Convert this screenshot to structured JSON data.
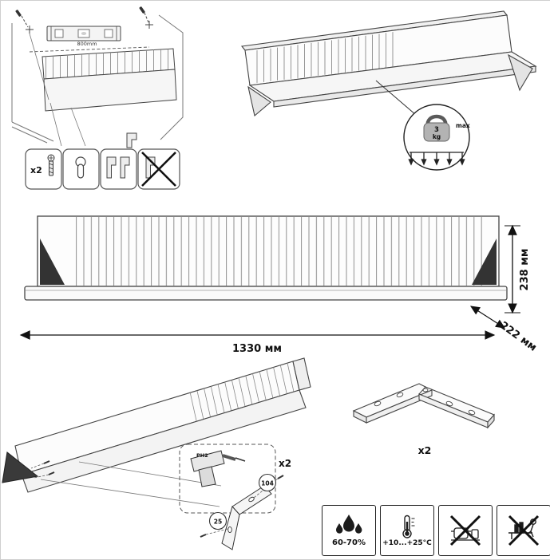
{
  "mounting": {
    "distance_label": "800mm",
    "hardware": {
      "quantity": "x2"
    }
  },
  "load": {
    "weight_value": "3",
    "weight_unit": "kg",
    "max_label": "max"
  },
  "dimensions": {
    "width": "1330 мм",
    "height": "238 мм",
    "depth": "222 мм"
  },
  "assembly": {
    "quantity": "x2",
    "bit": "PH2",
    "part_a": "104",
    "part_b": "25"
  },
  "bracket": {
    "quantity": "x2"
  },
  "conditions": {
    "humidity": "60-70%",
    "temperature": "+10...+25°C"
  }
}
